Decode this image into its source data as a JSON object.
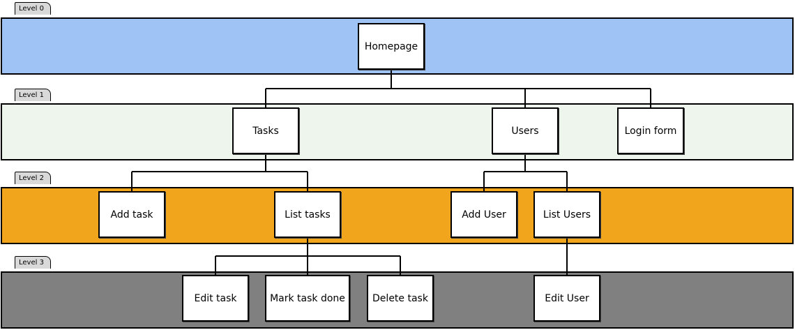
{
  "levels": [
    {
      "label": "Level 0",
      "color": "#a0c3f5"
    },
    {
      "label": "Level 1",
      "color": "#eef5ec"
    },
    {
      "label": "Level 2",
      "color": "#f0a51c"
    },
    {
      "label": "Level 3",
      "color": "#808080"
    }
  ],
  "nodes": {
    "homepage": "Homepage",
    "tasks": "Tasks",
    "users": "Users",
    "login_form": "Login form",
    "add_task": "Add task",
    "list_tasks": "List tasks",
    "add_user": "Add User",
    "list_users": "List Users",
    "edit_task": "Edit task",
    "mark_task_done": "Mark task done",
    "delete_task": "Delete task",
    "edit_user": "Edit User"
  }
}
